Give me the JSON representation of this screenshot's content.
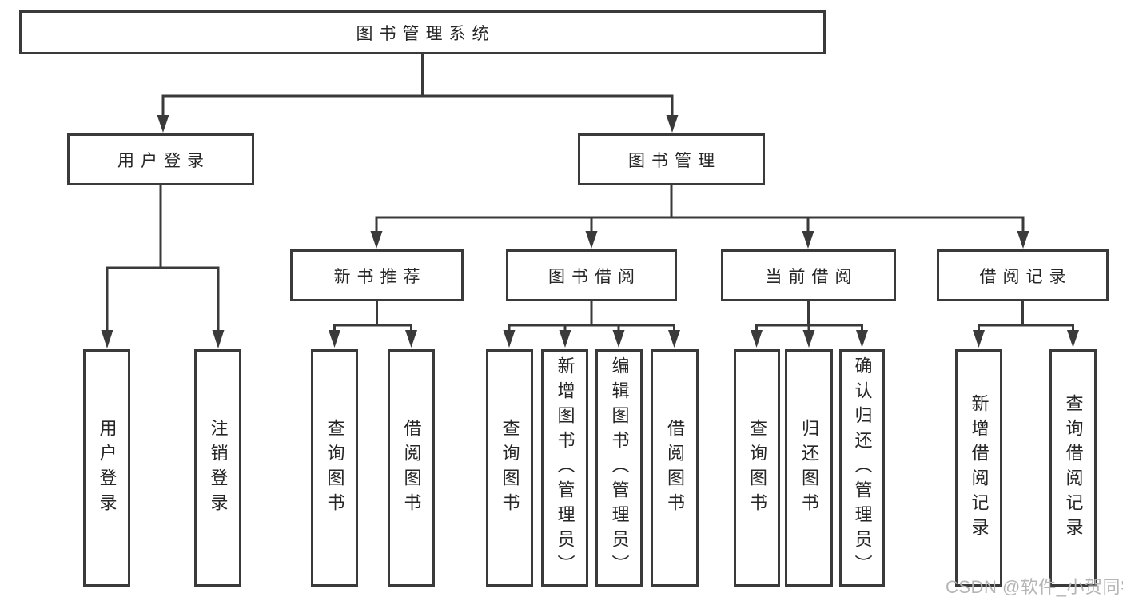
{
  "diagram": {
    "tree": {
      "label": "图书管理系统",
      "children": [
        {
          "label": "用户登录",
          "children": [
            {
              "label": "用户登录"
            },
            {
              "label": "注销登录"
            }
          ]
        },
        {
          "label": "图书管理",
          "children": [
            {
              "label": "新书推荐",
              "children": [
                {
                  "label": "查询图书"
                },
                {
                  "label": "借阅图书"
                }
              ]
            },
            {
              "label": "图书借阅",
              "children": [
                {
                  "label": "查询图书"
                },
                {
                  "label": "新增图书（管理员）"
                },
                {
                  "label": "编辑图书（管理员）"
                },
                {
                  "label": "借阅图书"
                }
              ]
            },
            {
              "label": "当前借阅",
              "children": [
                {
                  "label": "查询图书"
                },
                {
                  "label": "归还图书"
                },
                {
                  "label": "确认归还（管理员）"
                }
              ]
            },
            {
              "label": "借阅记录",
              "children": [
                {
                  "label": "新增借阅记录"
                },
                {
                  "label": "查询借阅记录"
                }
              ]
            }
          ]
        }
      ]
    },
    "colors": {
      "line": "#3a3a3a",
      "text": "#262626",
      "background": "#ffffff",
      "watermark_text": "#b5b5b5"
    },
    "watermark": {
      "text": "CSDN @软件_小贺同学"
    }
  }
}
